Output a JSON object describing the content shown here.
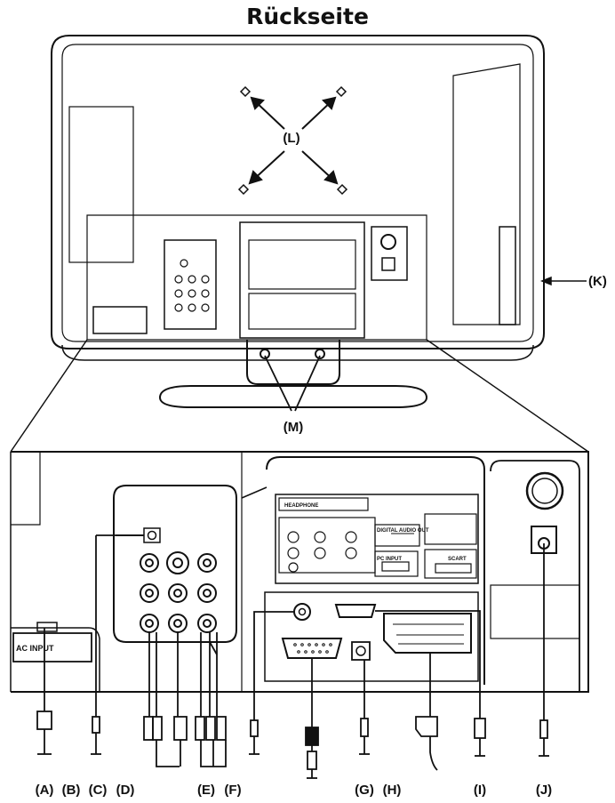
{
  "title": "Rückseite",
  "labels": {
    "A": "(A)",
    "B": "(B)",
    "C": "(C)",
    "D": "(D)",
    "E": "(E)",
    "F": "(F)",
    "G": "(G)",
    "H": "(H)",
    "I": "(I)",
    "J": "(J)",
    "K": "(K)",
    "L": "(L)",
    "M": "(M)"
  },
  "panel_text": {
    "ac_input": "AC INPUT",
    "headphone": "HEADPHONE",
    "pc_input": "PC INPUT",
    "scart": "SCART",
    "digital_audio_out": "DIGITAL AUDIO OUT"
  }
}
